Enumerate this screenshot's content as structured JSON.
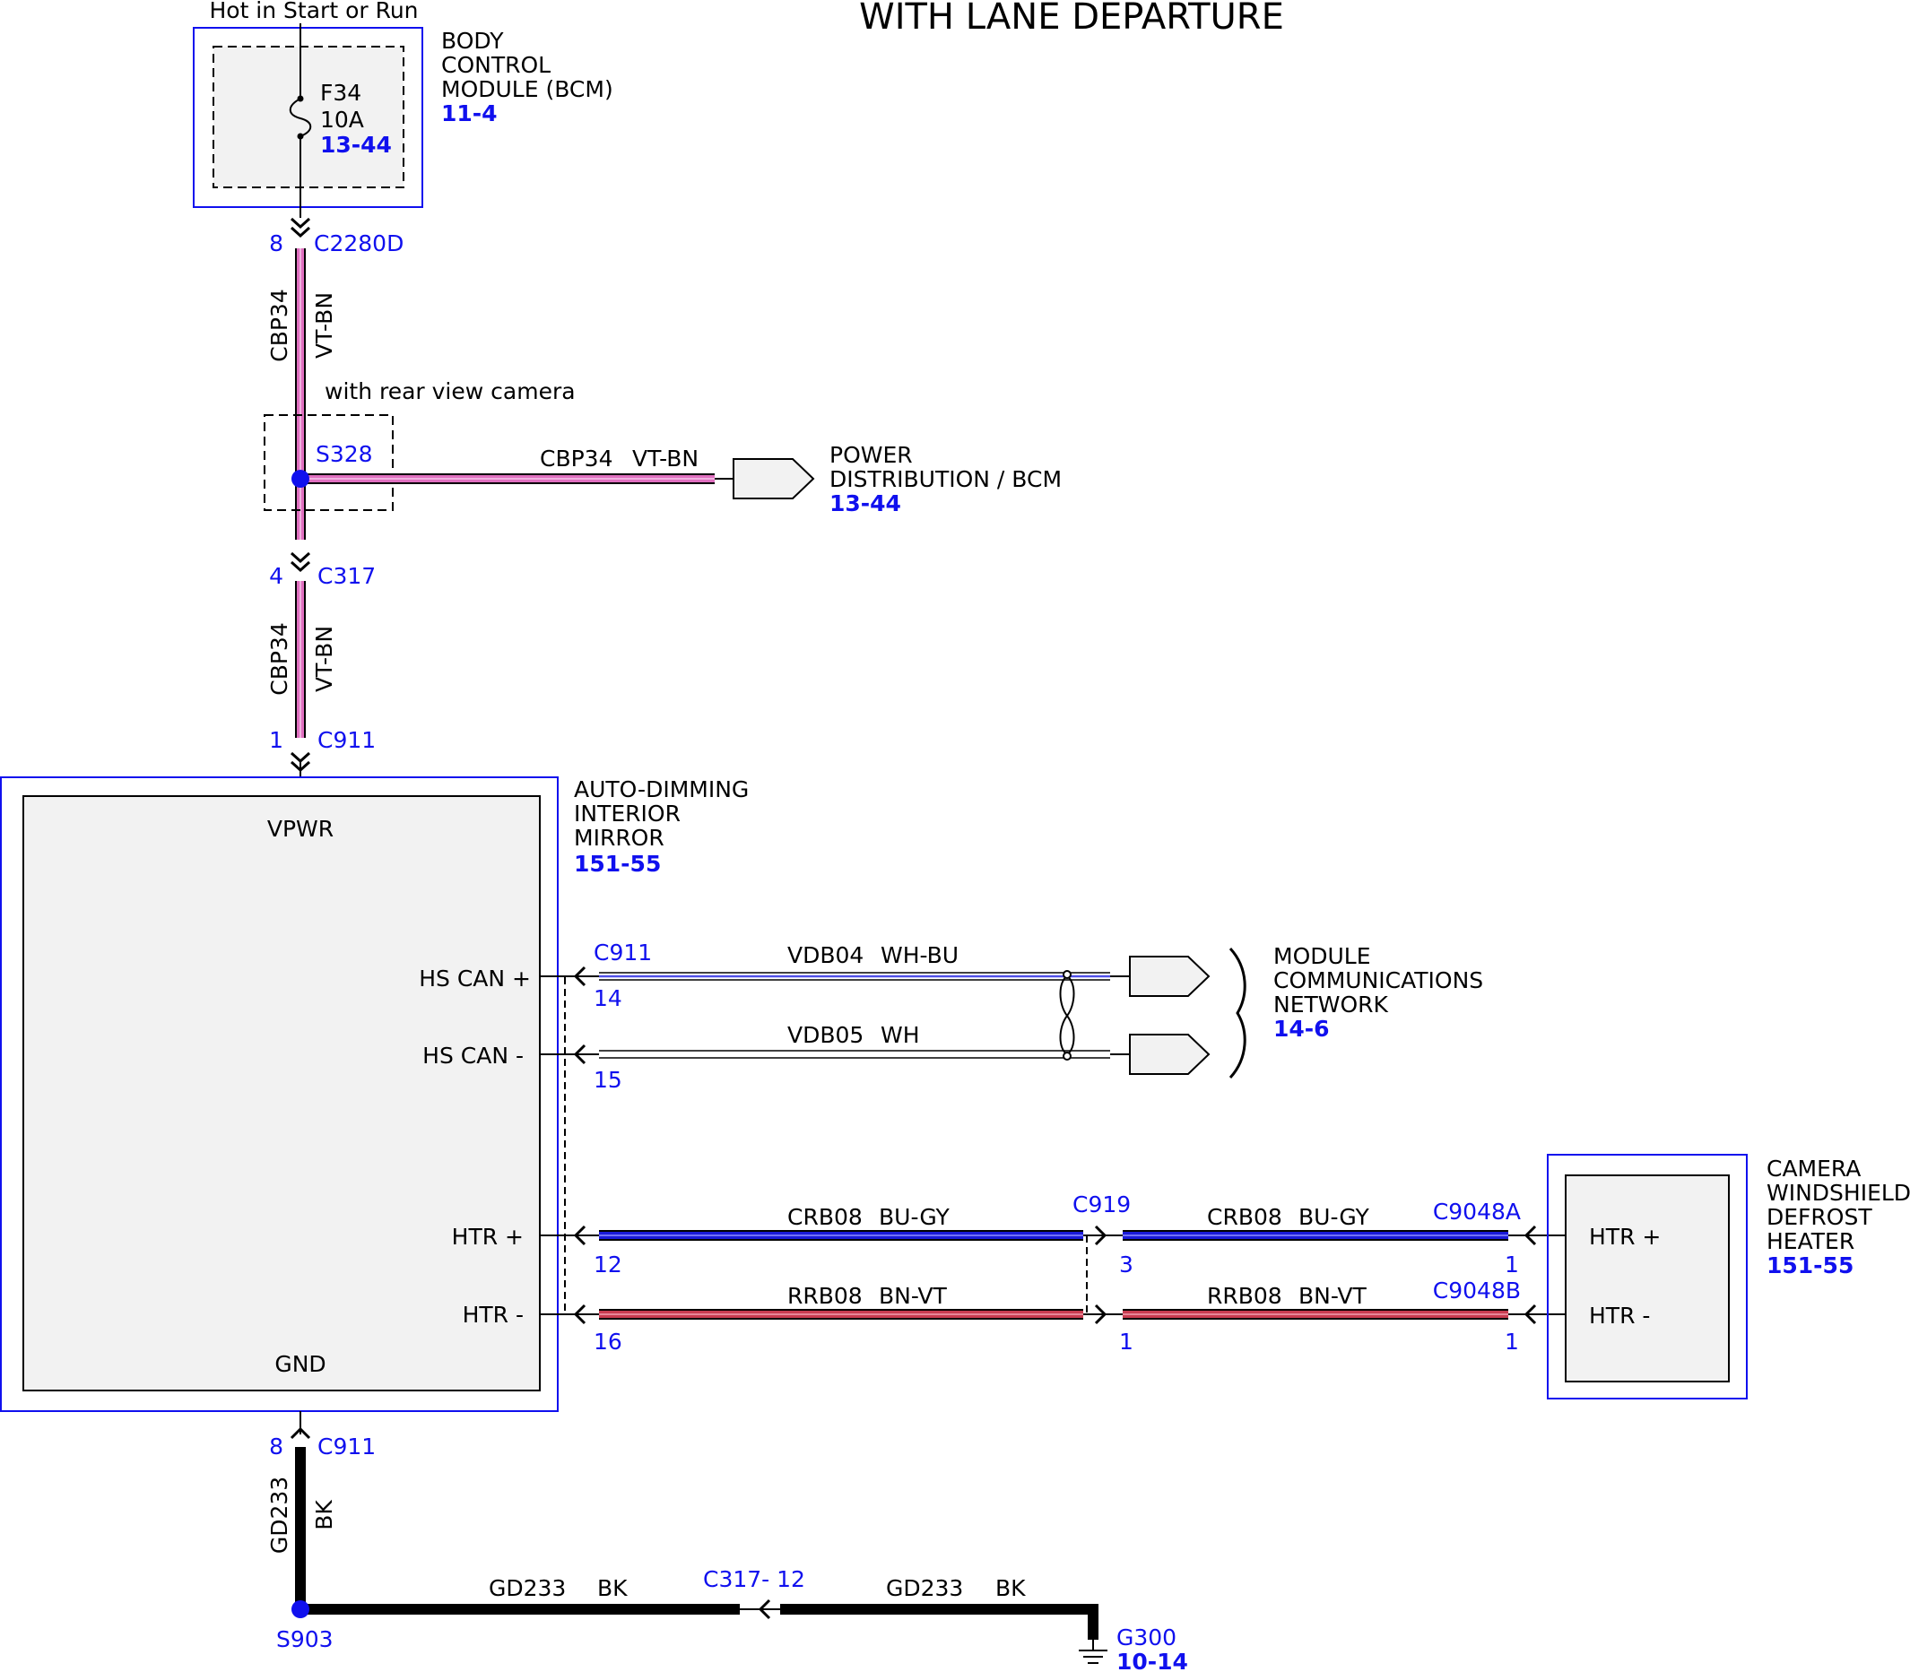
{
  "title": "WITH LANE DEPARTURE",
  "colors": {
    "connector": "#1010ee",
    "vt_bn": "#e070c0",
    "bu_gy": "#1a1ad8",
    "bn_vt": "#c83c50",
    "bk": "#000000",
    "component_fill": "#f2f2f2"
  },
  "bcm": {
    "supply": "Hot in Start or Run",
    "fuse_name": "F34",
    "fuse_rating": "10A",
    "fuse_ref": "13-44",
    "name_lines": [
      "BODY",
      "CONTROL",
      "MODULE (BCM)"
    ],
    "ref": "11-4"
  },
  "wires": {
    "w1": {
      "pin_top": "8",
      "conn_top": "C2280D",
      "circuit": "CBP34",
      "color": "VT-BN"
    },
    "splice": {
      "option": "with rear view camera",
      "name": "S328"
    },
    "branch": {
      "circuit": "CBP34",
      "color": "VT-BN"
    },
    "power_dist": {
      "name_lines": [
        "POWER",
        "DISTRIBUTION / BCM"
      ],
      "ref": "13-44"
    },
    "w2": {
      "pin_top": "4",
      "conn_top": "C317",
      "circuit": "CBP34",
      "color": "VT-BN",
      "pin_bottom": "1",
      "conn_bottom": "C911"
    }
  },
  "mirror": {
    "name_lines": [
      "AUTO-DIMMING",
      "INTERIOR",
      "MIRROR"
    ],
    "ref": "151-55",
    "vpwr": "VPWR",
    "gnd": "GND",
    "pins": [
      {
        "label": "HS CAN +",
        "pin": "14"
      },
      {
        "label": "HS CAN -",
        "pin": "15"
      },
      {
        "label": "HTR +",
        "pin": "12"
      },
      {
        "label": "HTR -",
        "pin": "16"
      }
    ],
    "conn": "C911"
  },
  "can": {
    "hi": {
      "circuit": "VDB04",
      "color": "WH-BU"
    },
    "lo": {
      "circuit": "VDB05",
      "color": "WH"
    },
    "network_lines": [
      "MODULE",
      "COMMUNICATIONS",
      "NETWORK"
    ],
    "network_ref": "14-6"
  },
  "heater": {
    "mid_conn": "C919",
    "hp_left": {
      "circuit": "CRB08",
      "color": "BU-GY"
    },
    "hp_right": {
      "circuit": "CRB08",
      "color": "BU-GY"
    },
    "hm_left": {
      "circuit": "RRB08",
      "color": "BN-VT"
    },
    "hm_right": {
      "circuit": "RRB08",
      "color": "BN-VT"
    },
    "hp_mid_pin": "3",
    "hm_mid_pin": "1",
    "conn_a": "C9048A",
    "conn_b": "C9048B",
    "pin_a": "1",
    "pin_b": "1",
    "cam_pin_plus": "HTR +",
    "cam_pin_minus": "HTR -",
    "camera_lines": [
      "CAMERA",
      "WINDSHIELD",
      "DEFROST",
      "HEATER"
    ],
    "camera_ref": "151-55"
  },
  "ground": {
    "pin": "8",
    "conn": "C911",
    "circuit": "GD233",
    "color": "BK",
    "splice": "S903",
    "h1": {
      "circuit": "GD233",
      "color": "BK"
    },
    "inline_conn": "C317- 12",
    "h2": {
      "circuit": "GD233",
      "color": "BK"
    },
    "gnd_name": "G300",
    "gnd_ref": "10-14"
  }
}
